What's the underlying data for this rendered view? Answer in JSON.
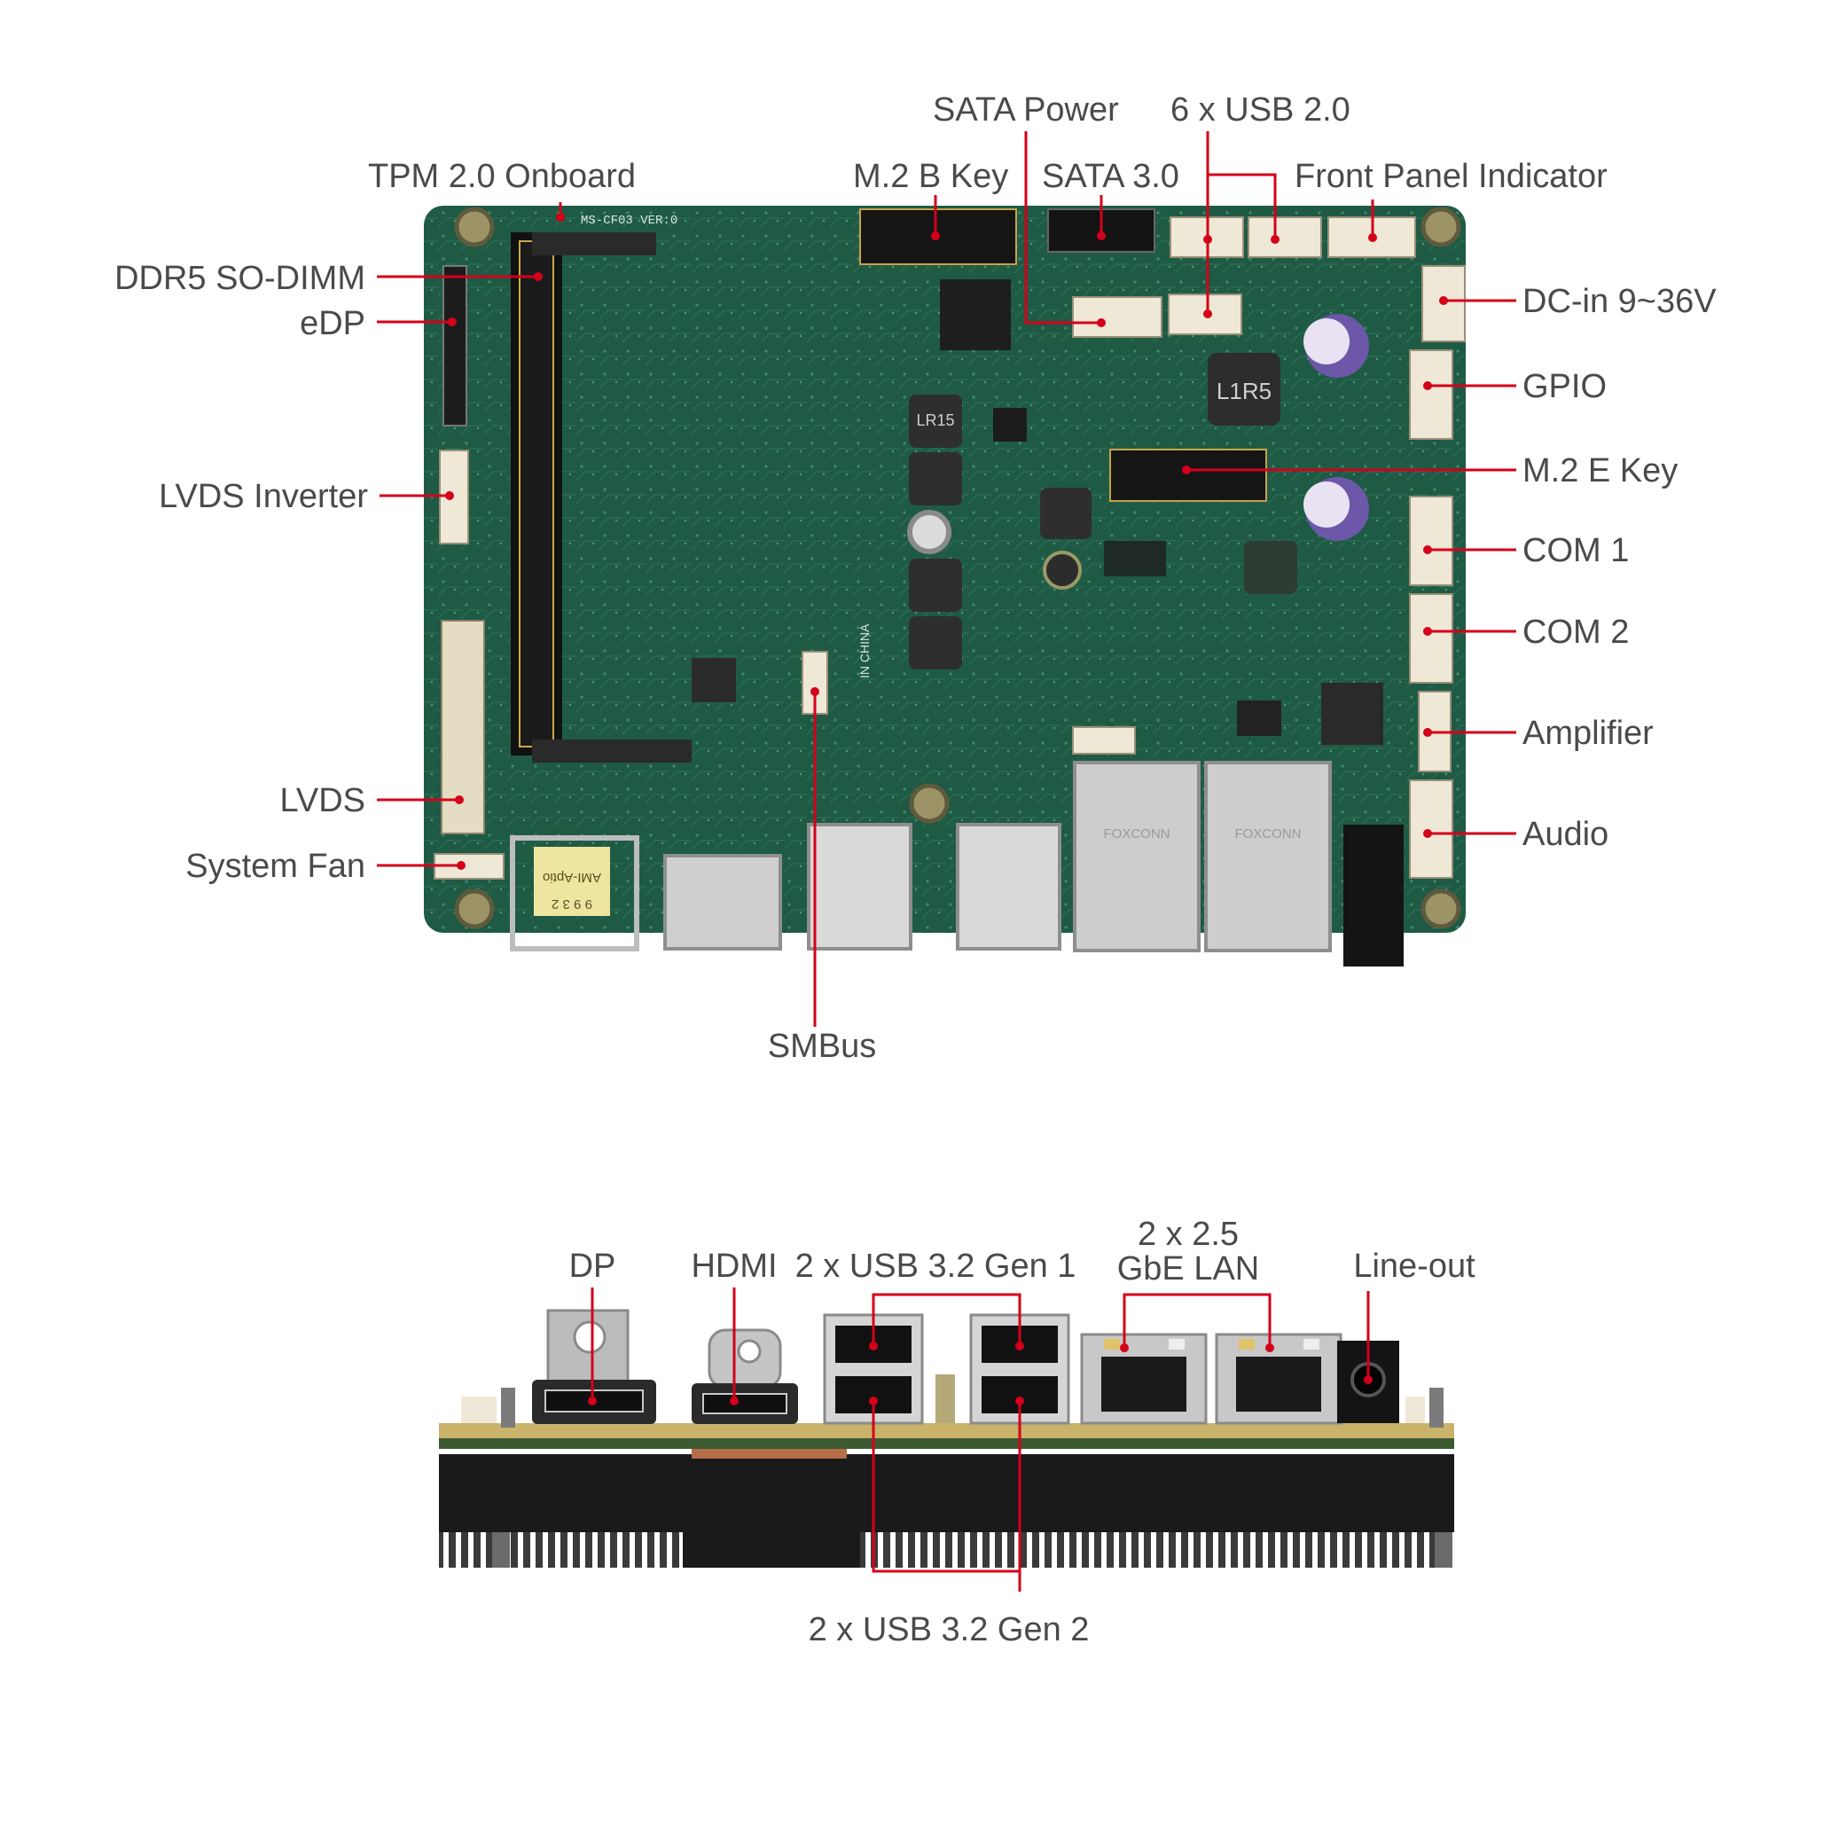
{
  "colors": {
    "leader": "#d4001a",
    "label_text": "#4a4a4a",
    "pcb": "#1f5a45",
    "connector": "#e9e1cf",
    "heatsink": "#1a1a1a"
  },
  "top_view": {
    "labels": {
      "sata_power": "SATA Power",
      "usb20": "6 x USB 2.0",
      "tpm": "TPM 2.0 Onboard",
      "m2b": "M.2 B Key",
      "sata30": "SATA 3.0",
      "front_panel": "Front Panel Indicator",
      "ddr5": "DDR5 SO-DIMM",
      "edp": "eDP",
      "lvds_inverter": "LVDS Inverter",
      "lvds": "LVDS",
      "system_fan": "System Fan",
      "smbus": "SMBus",
      "dc_in": "DC-in 9~36V",
      "gpio": "GPIO",
      "m2e": "M.2 E Key",
      "com1": "COM 1",
      "com2": "COM 2",
      "amplifier": "Amplifier",
      "audio": "Audio"
    },
    "board_markings": {
      "model": "MS-CF03 VER:0",
      "inductor_big": "L1R5",
      "inductor_small": "LR15",
      "bios_line1": "AMI-Aptio",
      "bios_line2": "9 9 3 2",
      "lan_brand": "FOXCONN",
      "made_in": "IN CHINA"
    }
  },
  "io_view": {
    "labels": {
      "dp": "DP",
      "hdmi": "HDMI",
      "usb_gen1": "2 x USB 3.2 Gen 1",
      "lan_line1": "2 x 2.5",
      "lan_line2": "GbE LAN",
      "line_out": "Line-out",
      "usb_gen2": "2 x USB 3.2 Gen 2"
    }
  }
}
